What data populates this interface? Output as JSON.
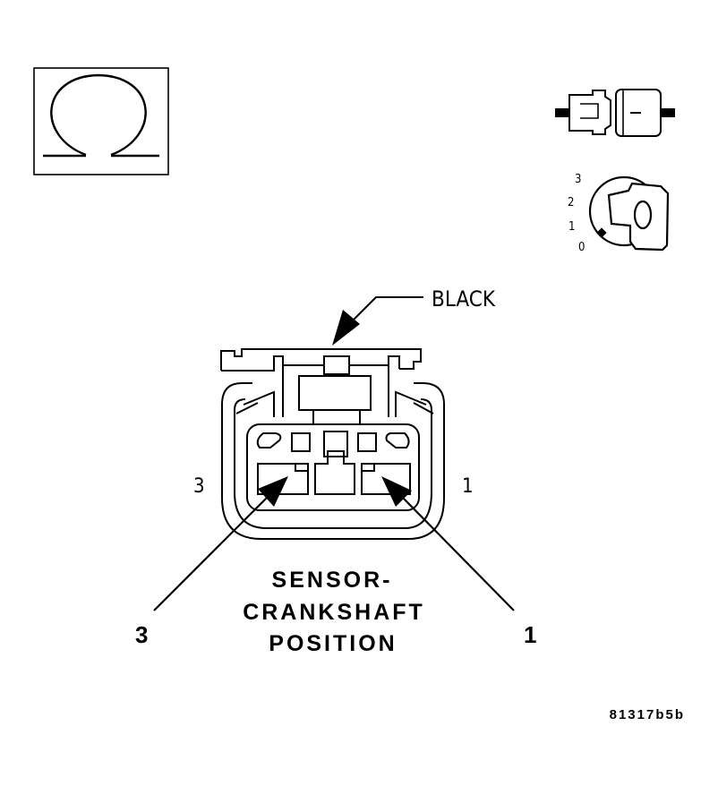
{
  "connector": {
    "color_label": "BLACK",
    "cavity_left": "3",
    "cavity_right": "1",
    "pin_callout_left": "3",
    "pin_callout_right": "1"
  },
  "component_name": {
    "line1": "SENSOR-",
    "line2": "CRANKSHAFT",
    "line3": "POSITION"
  },
  "ignition_switch": {
    "positions": [
      "3",
      "2",
      "1",
      "0"
    ]
  },
  "figure_id": "81317b5b",
  "icons": {
    "meter_mode": "ohm-symbol",
    "connector_state": "disconnected-connector",
    "ignition_state": "ignition-key-off"
  },
  "colors": {
    "line": "#000000",
    "background": "#ffffff"
  }
}
